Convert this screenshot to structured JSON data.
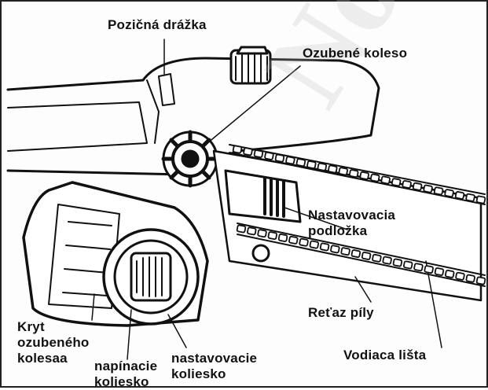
{
  "labels": {
    "slot": "Pozičná drážka",
    "sprocket": "Ozubené koleso",
    "adjust_plate_line1": "Nastavovacia",
    "adjust_plate_line2": "podložka",
    "chain": "Reťaz píly",
    "guide_bar": "Vodiaca lišta",
    "cover_line1": "Kryt",
    "cover_line2": "ozubeného",
    "cover_line3": "kolesaa",
    "tension_line1": "napínacie",
    "tension_line2": "koliesko",
    "adjust_wheel_line1": "nastavovacie",
    "adjust_wheel_line2": "koliesko"
  },
  "watermark": "Not for",
  "colors": {
    "ink": "#111111",
    "paper": "#fdfdfd"
  }
}
